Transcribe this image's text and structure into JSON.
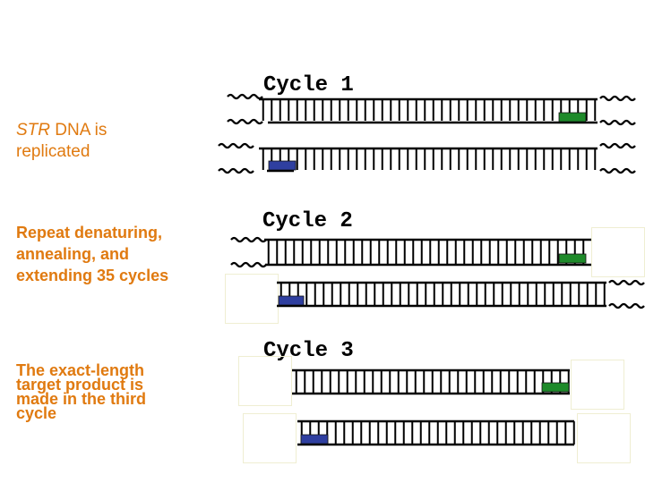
{
  "captions": {
    "replicated": {
      "italic_part": "STR",
      "rest_part": " DNA is",
      "line2": "replicated"
    },
    "repeat": [
      "Repeat denaturing,",
      "annealing, and",
      "extending 35 cycles"
    ],
    "exact": [
      "The exact-length",
      "target product is",
      "made in the third",
      "cycle"
    ]
  },
  "cycles": [
    {
      "label": "Cycle 1"
    },
    {
      "label": "Cycle 2"
    },
    {
      "label": "Cycle 3"
    }
  ],
  "colors": {
    "caption": "#e07a10",
    "primer_forward": "#2f3fa0",
    "primer_reverse": "#1e8a2a",
    "strand": "#000000",
    "faint_box": "#efeed2"
  }
}
